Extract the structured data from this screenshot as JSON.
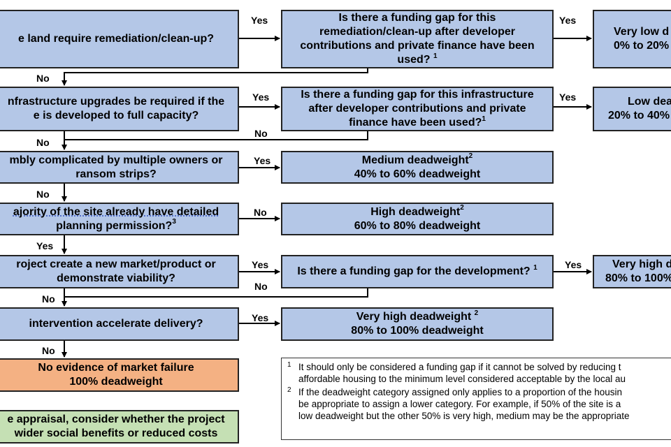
{
  "diagram": {
    "q1": {
      "text": "e land require remediation/clean-up?"
    },
    "q1_gap": {
      "lines": [
        "Is there a funding gap for this",
        "remediation/clean-up after developer",
        "contributions and private finance have been",
        "used?"
      ],
      "sup": "1"
    },
    "r1": {
      "lines": [
        "Very low d",
        "0% to 20%"
      ]
    },
    "q2": {
      "lines": [
        "nfrastructure upgrades be required if the",
        "e is developed to full capacity?"
      ]
    },
    "q2_gap": {
      "lines": [
        "Is there a funding gap for this infrastructure",
        "after developer contributions and private",
        "finance have been used?"
      ],
      "sup": "1"
    },
    "r2": {
      "lines": [
        "Low dea",
        "20% to 40%"
      ]
    },
    "q3": {
      "lines": [
        "mbly complicated by multiple owners or",
        "ransom strips?"
      ]
    },
    "r3": {
      "line1": "Medium deadweight",
      "sup": "2",
      "line2": "40% to 60% deadweight"
    },
    "q4": {
      "line1": "ajority of the site already have detailed",
      "line2": "planning permission?",
      "sup": "3"
    },
    "r4": {
      "line1": "High deadweight",
      "sup": "2",
      "line2": "60% to 80% deadweight"
    },
    "q5": {
      "lines": [
        "roject create a new market/product or",
        "demonstrate viability?"
      ]
    },
    "q5_gap": {
      "text": "Is there a funding gap for the development?",
      "sup": "1"
    },
    "r5": {
      "lines": [
        "Very high d",
        "80% to 100%"
      ]
    },
    "q6": {
      "text": "intervention accelerate delivery?"
    },
    "r6": {
      "line1": "Very high deadweight ",
      "sup": "2",
      "line2": "80% to 100% deadweight"
    },
    "r7": {
      "lines": [
        "No evidence of market failure",
        "100% deadweight"
      ]
    },
    "r8": {
      "lines": [
        "e appraisal, consider whether the project",
        "wider social benefits or reduced costs"
      ]
    }
  },
  "labels": {
    "yes": "Yes",
    "no": "No"
  },
  "notes": [
    {
      "num": "1",
      "lines": [
        "It should only be considered a funding gap if it cannot be solved by reducing t",
        "affordable housing to the minimum level considered acceptable by the local au"
      ]
    },
    {
      "num": "2",
      "lines": [
        "If the deadweight category assigned only applies to a proportion of the housin",
        "be appropriate to assign a lower category. For example, if 50% of the site is a",
        "low deadweight but the other 50% is very high, medium may be the appropriate"
      ]
    }
  ],
  "colors": {
    "question_box": "#b4c7e7",
    "no_failure_box": "#f4b183",
    "appraisal_box": "#c5e0b4"
  }
}
